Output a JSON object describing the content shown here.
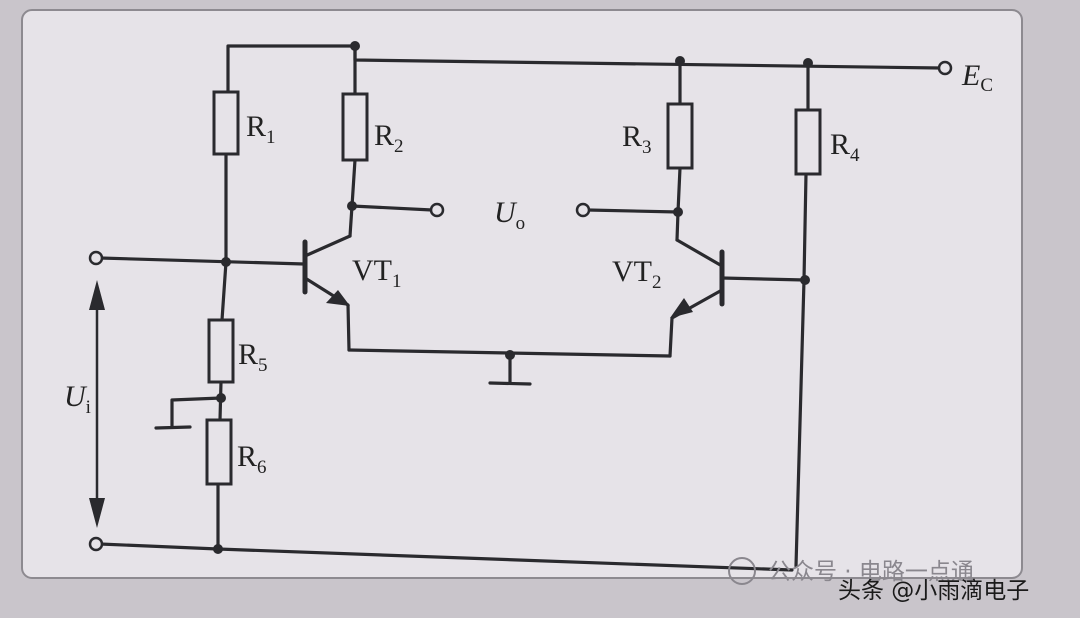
{
  "labels": {
    "r1": {
      "main": "R",
      "sub": "1"
    },
    "r2": {
      "main": "R",
      "sub": "2"
    },
    "r3": {
      "main": "R",
      "sub": "3"
    },
    "r4": {
      "main": "R",
      "sub": "4"
    },
    "r5": {
      "main": "R",
      "sub": "5"
    },
    "r6": {
      "main": "R",
      "sub": "6"
    },
    "vt1": {
      "main": "VT",
      "sub": "1"
    },
    "vt2": {
      "main": "VT",
      "sub": "2"
    },
    "ec": {
      "main": "E",
      "sub": "C"
    },
    "uo": {
      "main": "U",
      "sub": "o"
    },
    "ui": {
      "main": "U",
      "sub": "i"
    }
  },
  "watermark": {
    "account": "公众号 · 电路一点通",
    "author": "头条 @小雨滴电子"
  },
  "colors": {
    "ink": "#2a2a2e",
    "paper": "#e6e3e8",
    "background": "#c9c5cb"
  }
}
